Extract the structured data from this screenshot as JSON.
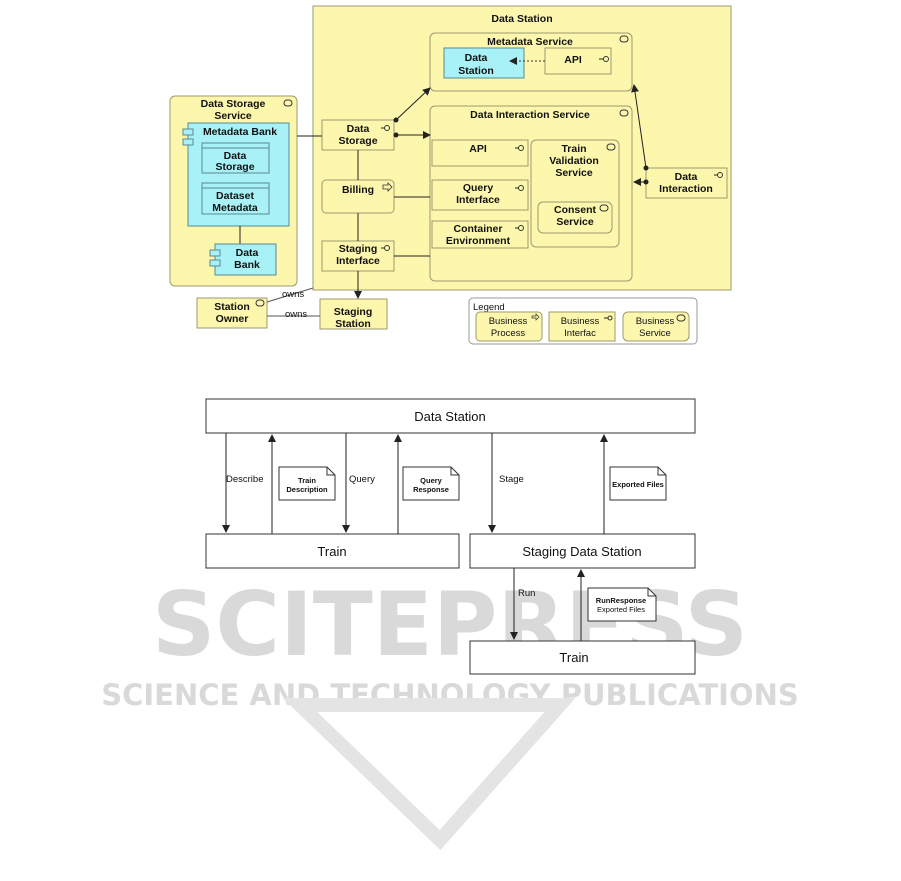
{
  "archimate": {
    "data_station": "Data Station",
    "metadata_service": "Metadata Service",
    "ms_data_station": [
      "Data",
      "Station"
    ],
    "ms_api": "API",
    "data_interaction_service": "Data Interaction Service",
    "dis_api": "API",
    "query_interface": [
      "Query",
      "Interface"
    ],
    "container_environment": [
      "Container",
      "Environment"
    ],
    "train_validation_service": [
      "Train",
      "Validation",
      "Service"
    ],
    "consent_service": [
      "Consent",
      "Service"
    ],
    "data_storage_iface": [
      "Data",
      "Storage"
    ],
    "billing": "Billing",
    "staging_interface": [
      "Staging",
      "Interface"
    ],
    "data_interaction": [
      "Data",
      "Interaction"
    ],
    "data_storage_service": [
      "Data Storage",
      "Service"
    ],
    "metadata_bank": "Metadata Bank",
    "mb_data_storage": [
      "Data",
      "Storage"
    ],
    "dataset_metadata": [
      "Dataset",
      "Metadata"
    ],
    "data_bank": [
      "Data",
      "Bank"
    ],
    "station_owner": [
      "Station",
      "Owner"
    ],
    "staging_station": [
      "Staging",
      "Station"
    ],
    "owns_1": "owns",
    "owns_2": "owns",
    "legend": {
      "title": "Legend",
      "business_process": [
        "Business",
        "Process"
      ],
      "business_interface": [
        "Business",
        "Interfac"
      ],
      "business_service": [
        "Business",
        "Service"
      ]
    }
  },
  "sequence": {
    "data_station": "Data Station",
    "train_top": "Train",
    "staging_data_station": "Staging Data Station",
    "train_bottom": "Train",
    "describe": "Describe",
    "query": "Query",
    "stage": "Stage",
    "run": "Run",
    "note_train_description": [
      "Train",
      "Description"
    ],
    "note_query_response": [
      "Query",
      "Response"
    ],
    "note_exported_files": "Exported Files",
    "note_run_response": [
      "RunResponse",
      "Exported Files"
    ]
  },
  "watermark": {
    "line1": "SCITEPRESS",
    "line2": "SCIENCE AND TECHNOLOGY PUBLICATIONS"
  },
  "colors": {
    "yellow": "#fdf7ad",
    "cyan": "#a8f2f7"
  }
}
